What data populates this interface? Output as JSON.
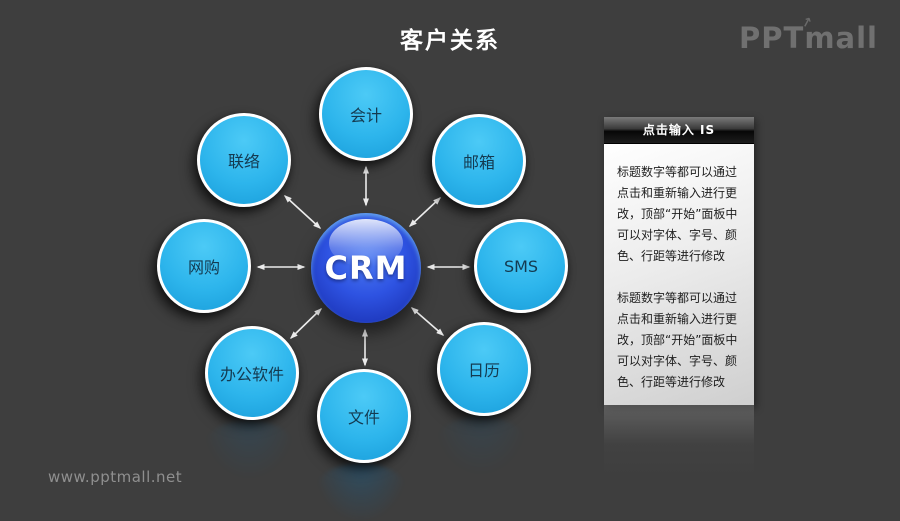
{
  "title": "客户关系",
  "logo": {
    "text": "PPTmall",
    "arrow_icon": "↑"
  },
  "watermark": "www.pptmall.net",
  "colors": {
    "background": "#3e3e3e",
    "node_fill": "#2db5ec",
    "node_border": "#ffffff",
    "node_text": "#143a50",
    "center_fill": "#2e53e2",
    "center_text": "#ffffff",
    "arrow": "#ececec",
    "title_text": "#ffffff",
    "panel_header_bg": "#1d1d1d",
    "panel_body_bg": "#e9e9e9"
  },
  "diagram": {
    "center": {
      "label": "CRM"
    },
    "nodes": [
      {
        "label": "会计",
        "position": "top"
      },
      {
        "label": "邮箱",
        "position": "top-right"
      },
      {
        "label": "SMS",
        "position": "right"
      },
      {
        "label": "日历",
        "position": "bottom-right"
      },
      {
        "label": "文件",
        "position": "bottom"
      },
      {
        "label": "办公软件",
        "position": "bottom-left"
      },
      {
        "label": "网购",
        "position": "left"
      },
      {
        "label": "联络",
        "position": "top-left"
      }
    ]
  },
  "panel": {
    "header": "点击输入 IS",
    "paragraphs": [
      "标题数字等都可以通过点击和重新输入进行更改，顶部“开始”面板中可以对字体、字号、颜色、行距等进行修改",
      "标题数字等都可以通过点击和重新输入进行更改，顶部“开始”面板中可以对字体、字号、颜色、行距等进行修改"
    ]
  }
}
